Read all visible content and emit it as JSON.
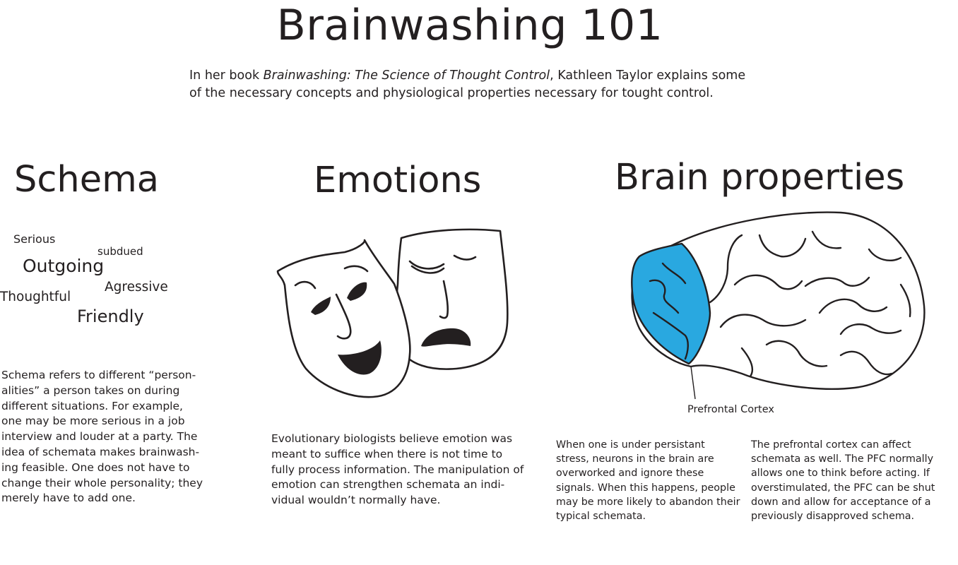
{
  "title": "Brainwashing 101",
  "intro": {
    "before": "In her book ",
    "book_title": "Brainwashing: The Science of Thought Control",
    "after": ", Kathleen Taylor explains some of the necessary concepts and physiological properties necessary for tought control."
  },
  "schema": {
    "heading": "Schema",
    "words": {
      "serious": "Serious",
      "subdued": "subdued",
      "outgoing": "Outgoing",
      "agressive": "Agressive",
      "thoughtful": "Thoughtful",
      "friendly": "Friendly"
    },
    "text": "Schema refers to different “person-alities” a person takes on during different situations. For example, one may be more serious in a job interview and louder at a party. The idea of schemata makes brainwash-ing feasible. One does not have to change their whole personality; they merely have to add one."
  },
  "emotions": {
    "heading": "Emotions",
    "illustration": "theater-masks-icon",
    "text": "Evolutionary biologists believe emotion was meant to suffice when there is not time to fully process information. The manipulation of emotion can strengthen schemata an indi-vidual wouldn’t normally have."
  },
  "brain": {
    "heading": "Brain properties",
    "illustration": "brain-icon",
    "highlight_color": "#29a8e0",
    "label": "Prefrontal Cortex",
    "text_left": "When one is under persistant stress, neurons in the brain are overworked and ignore these signals. When this happens, people may be more likely to abandon their typical schemata.",
    "text_right": "The prefrontal cortex can affect schemata as well. The PFC normally allows one to think before acting. If overstimulated, the PFC can be shut down and allow for acceptance of a previously disapproved schema."
  }
}
